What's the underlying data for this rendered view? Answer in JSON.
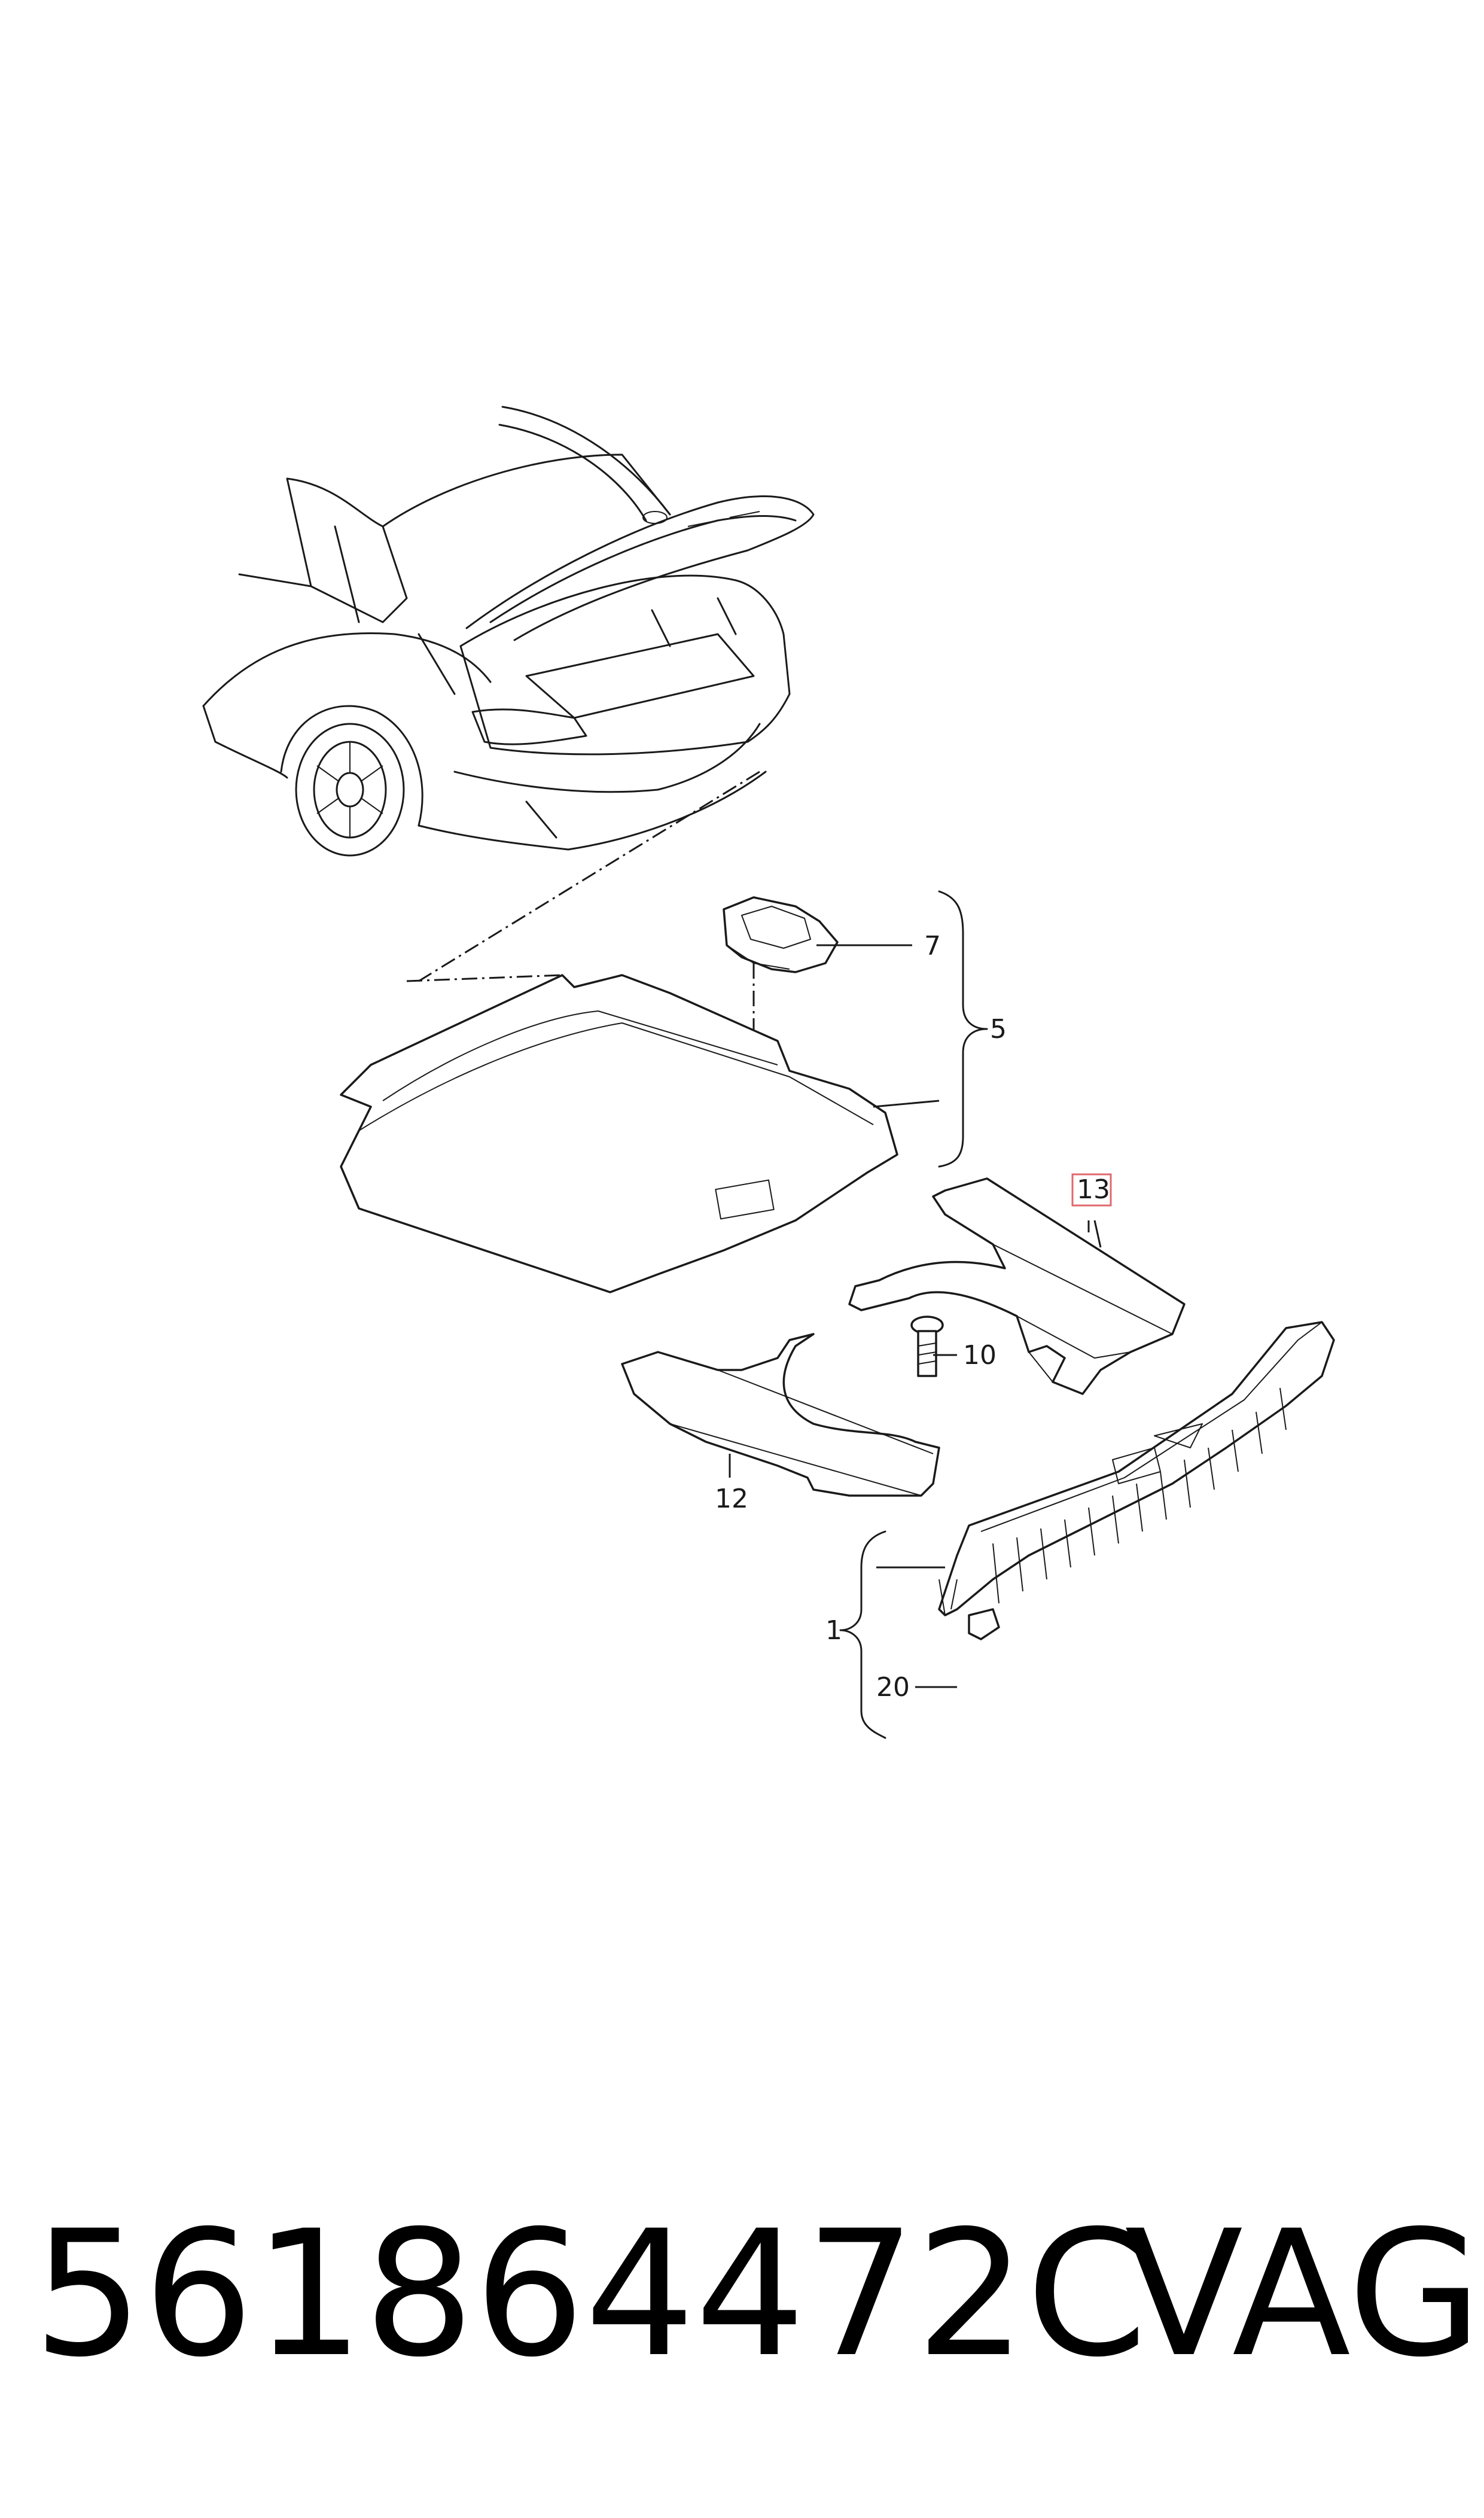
{
  "diagram": {
    "callouts": [
      {
        "id": "c1",
        "label": "1"
      },
      {
        "id": "c5",
        "label": "5"
      },
      {
        "id": "c7",
        "label": "7"
      },
      {
        "id": "c10",
        "label": "10"
      },
      {
        "id": "c12",
        "label": "12"
      },
      {
        "id": "c13",
        "label": "13",
        "highlighted": true
      },
      {
        "id": "c20",
        "label": "20"
      }
    ],
    "highlight_color": "#e0686e"
  },
  "caption": {
    "part_number": "561864472C",
    "brand": "VAG"
  }
}
